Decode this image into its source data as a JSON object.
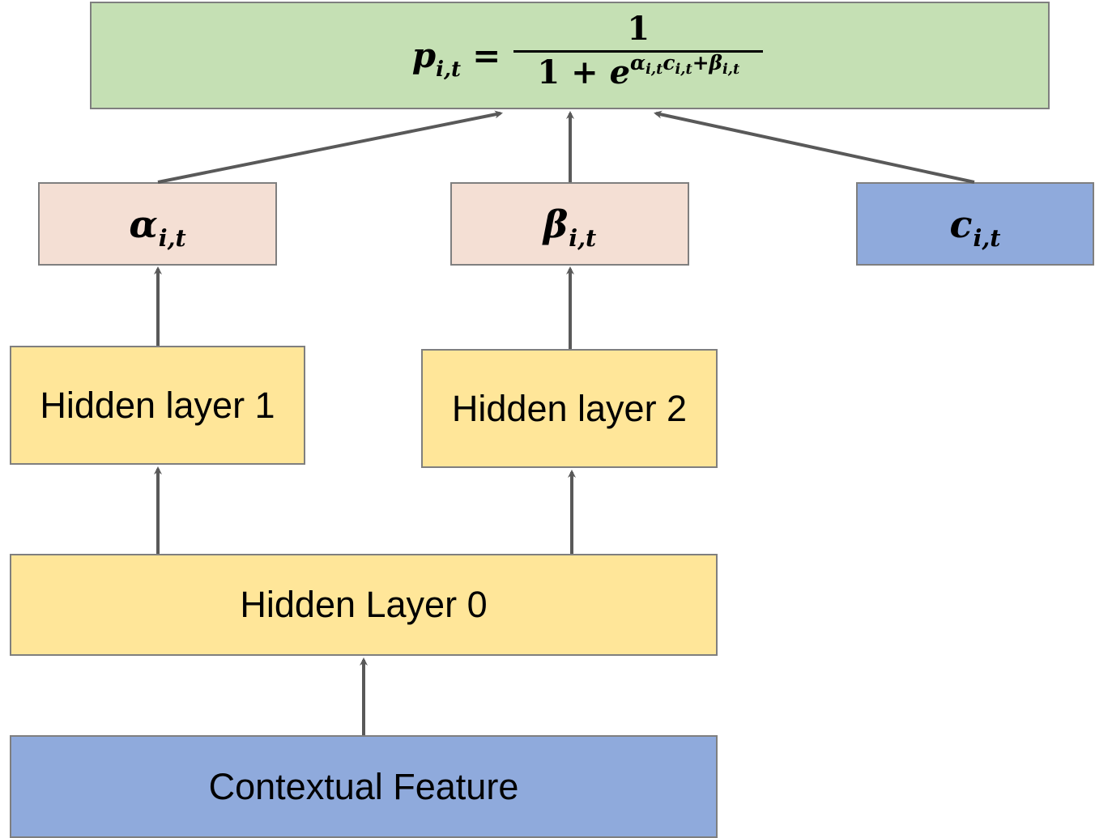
{
  "formula": {
    "lhs_var": "p",
    "lhs_sub": "i,t",
    "equals": "=",
    "numerator": "1",
    "denominator_base": "1 + ",
    "denominator_e": "e",
    "exp_alpha": "α",
    "exp_alpha_sub": "i,t",
    "exp_c": "c",
    "exp_c_sub": "i,t",
    "exp_plus": "+",
    "exp_beta": "β",
    "exp_beta_sub": "i,t"
  },
  "nodes": {
    "alpha": {
      "symbol": "α",
      "sub": "i,t",
      "color": "#f4dfd4"
    },
    "beta": {
      "symbol": "β",
      "sub": "i,t",
      "color": "#f4dfd4"
    },
    "c": {
      "symbol": "c",
      "sub": "i,t",
      "color": "#8faadc"
    },
    "hidden1": {
      "label": "Hidden layer 1"
    },
    "hidden2": {
      "label": "Hidden layer 2"
    },
    "hidden0": {
      "label": "Hidden Layer 0"
    },
    "context": {
      "label": "Contextual Feature"
    }
  },
  "colors": {
    "formula_fill": "#c5e0b4",
    "hidden_fill": "#ffe699",
    "input_fill": "#8faadc",
    "param_fill": "#f4dfd4",
    "border": "#7f7f7f",
    "arrow": "#595959"
  }
}
